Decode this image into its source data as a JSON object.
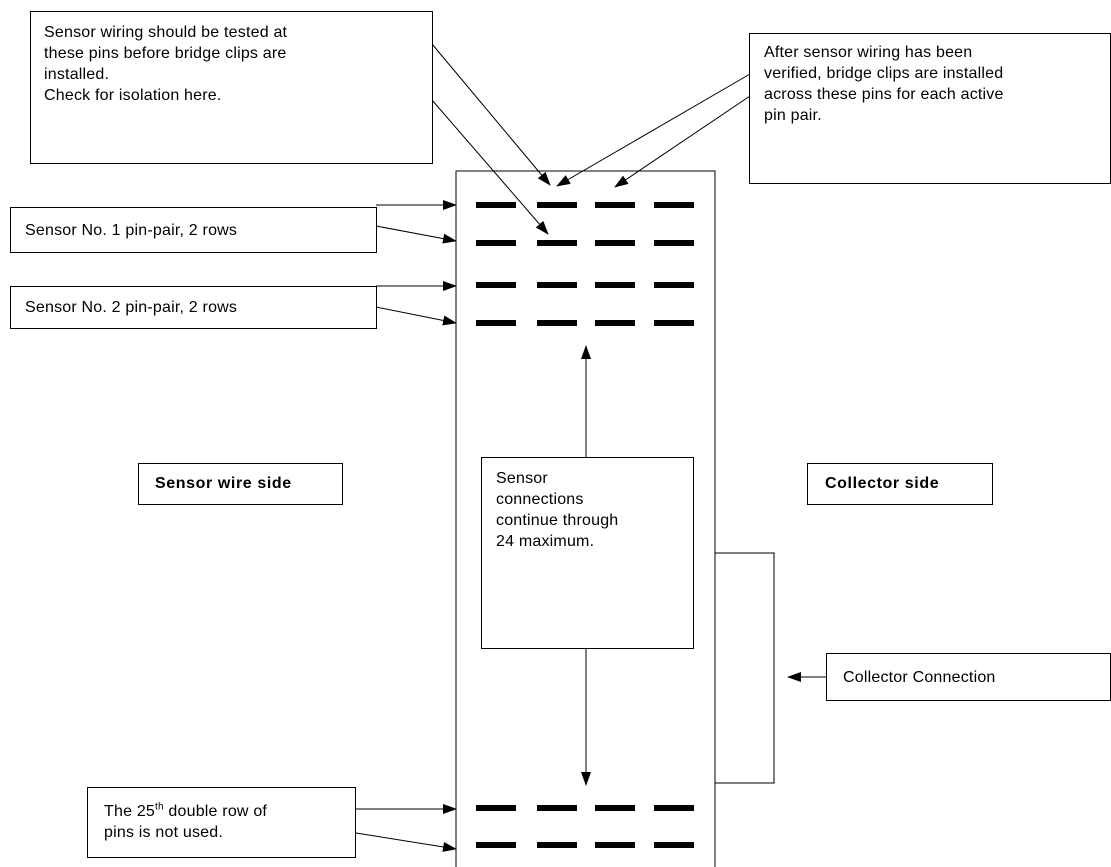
{
  "callouts": {
    "test_pins": "Sensor wiring should be tested at\nthese pins before bridge clips are\ninstalled.\nCheck for isolation here.",
    "bridge_clips": "After sensor wiring has been\nverified, bridge clips are installed\nacross these pins for each active\npin pair.",
    "sensor1": "Sensor No. 1 pin-pair, 2 rows",
    "sensor2": "Sensor No. 2 pin-pair, 2 rows",
    "row25_pre": "The 25",
    "row25_sup": "th",
    "row25_post": " double row of\npins is not used.",
    "continue": "Sensor\nconnections\ncontinue through\n24 maximum.",
    "collector_connection": "Collector Connection"
  },
  "labels": {
    "sensor_wire_side": "Sensor wire side",
    "collector_side": "Collector side"
  }
}
